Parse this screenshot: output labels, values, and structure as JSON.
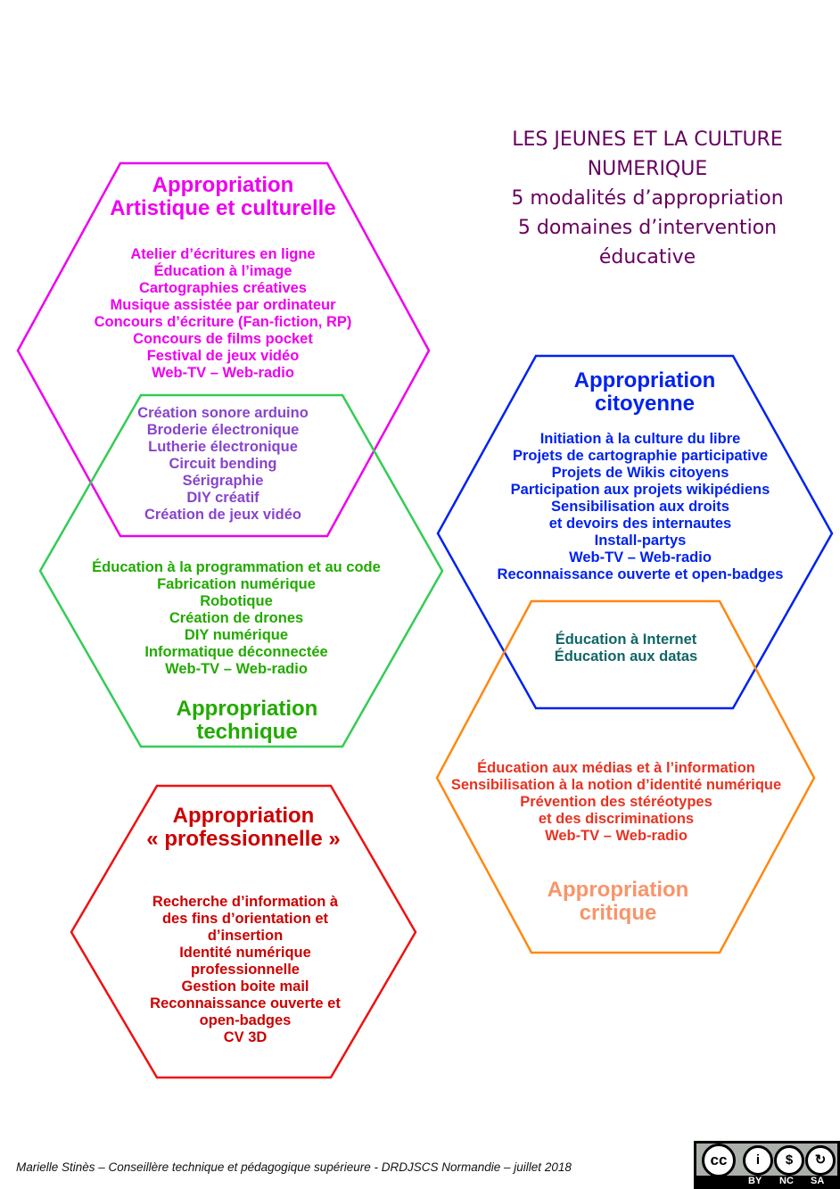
{
  "title": {
    "lines": [
      "LES JEUNES ET LA CULTURE",
      "NUMERIQUE",
      "5 modalités d’appropriation",
      "5 domaines d’intervention",
      "éducative"
    ],
    "color": "#66005f"
  },
  "hexagons": {
    "artistique": {
      "title": [
        "Appropriation",
        "Artistique  et  culturelle"
      ],
      "items": [
        "Atelier d’écritures en ligne",
        "Éducation à l’image",
        "Cartographies créatives",
        "Musique assistée par ordinateur",
        "Concours d’écriture (Fan-fiction, RP)",
        "Concours de films pocket",
        "Festival de jeux vidéo",
        "Web-TV – Web-radio"
      ],
      "color": "#ee00ee"
    },
    "overlap_art_tech": {
      "items": [
        "Création sonore arduino",
        "Broderie électronique",
        "Lutherie électronique",
        "Circuit bending",
        "Sérigraphie",
        "DIY créatif",
        "Création de jeux vidéo"
      ],
      "color": "#8844cc"
    },
    "technique": {
      "title": [
        "Appropriation",
        "technique"
      ],
      "items": [
        "Éducation à la programmation et au code",
        "Fabrication numérique",
        "Robotique",
        "Création de drones",
        "DIY numérique",
        "Informatique déconnectée",
        "Web-TV – Web-radio"
      ],
      "color": "#22aa00",
      "line_color": "#33cc55"
    },
    "citoyenne": {
      "title": [
        "Appropriation",
        "citoyenne"
      ],
      "items": [
        "Initiation à la culture du libre",
        "Projets de cartographie participative",
        "Projets de Wikis citoyens",
        "Participation aux projets wikipédiens",
        "Sensibilisation aux droits",
        "et devoirs des internautes",
        "Install-partys",
        "Web-TV – Web-radio",
        "Reconnaissance ouverte et open-badges"
      ],
      "color": "#0022ee"
    },
    "overlap_cit_crit": {
      "items": [
        "Éducation à Internet",
        "Éducation aux datas"
      ],
      "color": "#116666"
    },
    "critique": {
      "title": [
        "Appropriation",
        "critique"
      ],
      "items": [
        "Éducation aux médias et à l’information",
        "Sensibilisation à la notion d’identité numérique",
        "Prévention des stéréotypes",
        "et des discriminations",
        "Web-TV – Web-radio"
      ],
      "color": "#e63322",
      "title_color": "#f7956a",
      "line_color": "#ff8811"
    },
    "professionnelle": {
      "title": [
        "Appropriation",
        "« professionnelle »"
      ],
      "items": [
        "Recherche d’information à",
        "des fins d’orientation et",
        "d’insertion",
        "Identité numérique",
        "professionnelle",
        "Gestion boite mail",
        "Reconnaissance ouverte et",
        "open-badges",
        "CV 3D"
      ],
      "color": "#cc0000",
      "line_color": "#ee1111"
    }
  },
  "footer": "Marielle Stinès – Conseillère technique et pédagogique supérieure -  DRDJSCS Normandie – juillet 2018",
  "license": {
    "labels": [
      "BY",
      "NC",
      "SA"
    ],
    "cc": "cc"
  }
}
